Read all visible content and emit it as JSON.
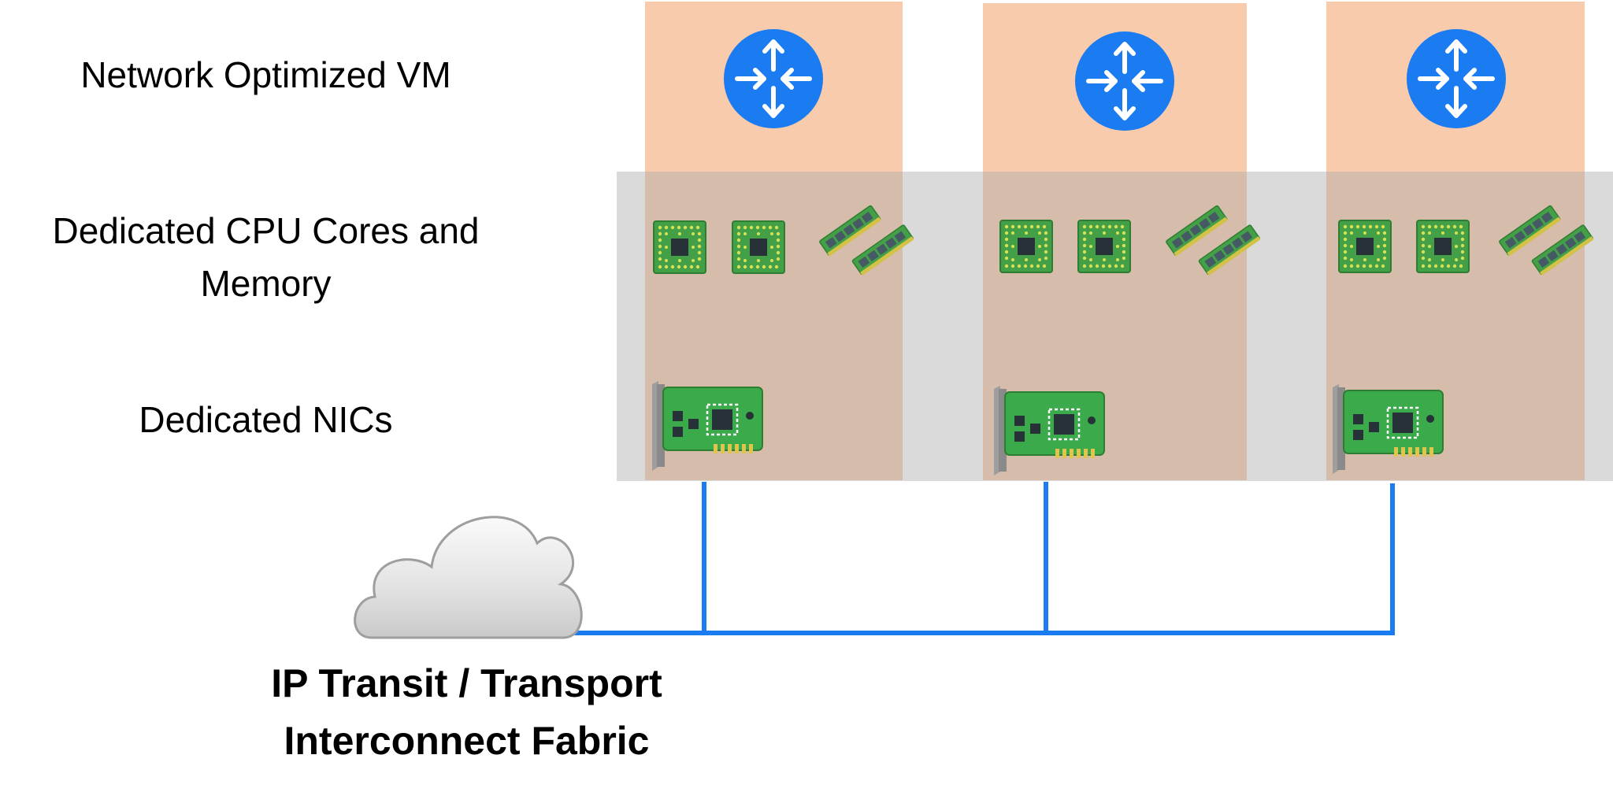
{
  "labels": {
    "vm": "Network Optimized VM",
    "cpu_line1": "Dedicated CPU Cores and",
    "cpu_line2": "Memory",
    "nic": "Dedicated NICs",
    "fabric_line1": "IP Transit / Transport",
    "fabric_line2": "Interconnect Fabric"
  },
  "colors": {
    "vm_fill": "#f8cbad",
    "band_fill": "#d9d9d9",
    "router_fill": "#1a7cf0",
    "link_color": "#1a7cf0",
    "chip_fill": "#43a047",
    "nic_fill": "#3aaa4a"
  },
  "nodes": [
    {
      "name": "node-1",
      "icons": [
        "router-icon",
        "cpu-icon",
        "cpu-icon",
        "memory-icon",
        "nic-icon"
      ]
    },
    {
      "name": "node-2",
      "icons": [
        "router-icon",
        "cpu-icon",
        "cpu-icon",
        "memory-icon",
        "nic-icon"
      ]
    },
    {
      "name": "node-3",
      "icons": [
        "router-icon",
        "cpu-icon",
        "cpu-icon",
        "memory-icon",
        "nic-icon"
      ]
    }
  ],
  "cloud_icon": "cloud-icon"
}
